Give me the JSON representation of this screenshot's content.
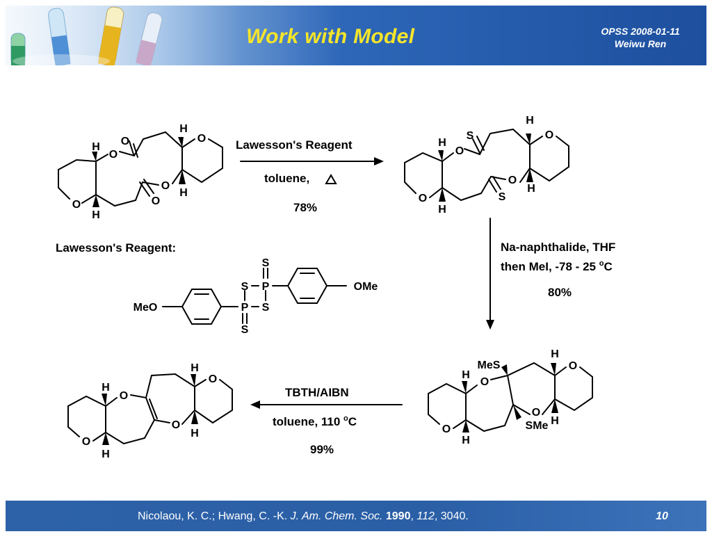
{
  "slide": {
    "title": "Work with Model",
    "meta_line1": "OPSS 2008-01-11",
    "meta_line2": "Weiwu Ren",
    "page_number": "10"
  },
  "citation": {
    "authors": "Nicolaou, K. C.; Hwang, C. -K.",
    "journal": "J. Am. Chem. Soc.",
    "year": "1990",
    "volume": "112",
    "pages": ", 3040."
  },
  "steps": {
    "step1": {
      "reagent": "Lawesson's Reagent",
      "conditions": "toluene,",
      "yield": "78%"
    },
    "step2": {
      "line1": "Na-naphthalide, THF",
      "line2_a": "then MeI, -78 - 25 ",
      "line2_deg": "o",
      "line2_b": "C",
      "yield": "80%"
    },
    "step3": {
      "reagent": "TBTH/AIBN",
      "cond_a": "toluene, 110 ",
      "cond_deg": "o",
      "cond_b": "C",
      "yield": "99%"
    }
  },
  "reagent_panel": {
    "label": "Lawesson's Reagent:",
    "left_group": "MeO",
    "right_group": "OMe"
  },
  "atoms": {
    "O": "O",
    "S": "S",
    "H": "H",
    "P": "P",
    "MeS": "MeS",
    "SMe": "SMe"
  },
  "colors": {
    "title": "#f5e52a",
    "header_blue": "#1d4f9e",
    "footer_blue": "#2d62a8"
  }
}
